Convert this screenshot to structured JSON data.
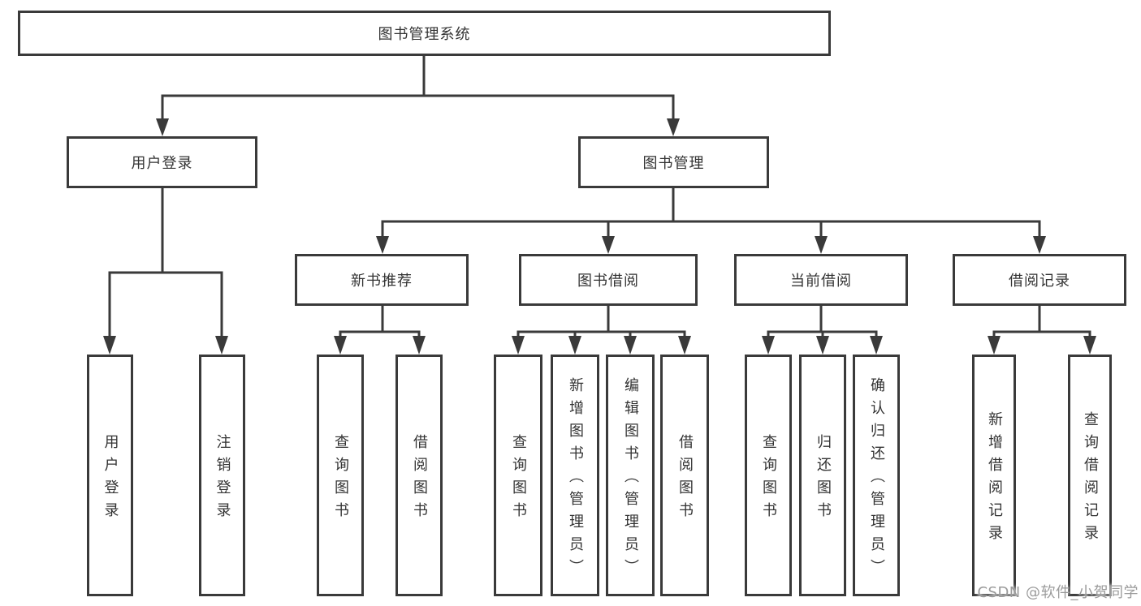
{
  "diagram": {
    "root": "图书管理系统",
    "level1": [
      {
        "id": "user-login",
        "label": "用户登录"
      },
      {
        "id": "book-management",
        "label": "图书管理"
      }
    ],
    "level2": [
      {
        "id": "new-book-recommend",
        "label": "新书推荐"
      },
      {
        "id": "book-borrow",
        "label": "图书借阅"
      },
      {
        "id": "current-borrow",
        "label": "当前借阅"
      },
      {
        "id": "borrow-records",
        "label": "借阅记录"
      }
    ],
    "leaves": {
      "user_login": [
        "用户登录",
        "注销登录"
      ],
      "new_book_recommend": [
        "查询图书",
        "借阅图书"
      ],
      "book_borrow": [
        "查询图书",
        "新增图书（管理员）",
        "编辑图书（管理员）",
        "借阅图书"
      ],
      "current_borrow": [
        "查询图书",
        "归还图书",
        "确认归还（管理员）"
      ],
      "borrow_records": [
        "新增借阅记录",
        "查询借阅记录"
      ]
    }
  },
  "watermark": {
    "text": "CSDN @软件_小贺同学"
  },
  "colors": {
    "line": "#3a3a3a",
    "text": "#333333",
    "box_background": "#ffffff",
    "watermark": "#9b9b9b"
  }
}
